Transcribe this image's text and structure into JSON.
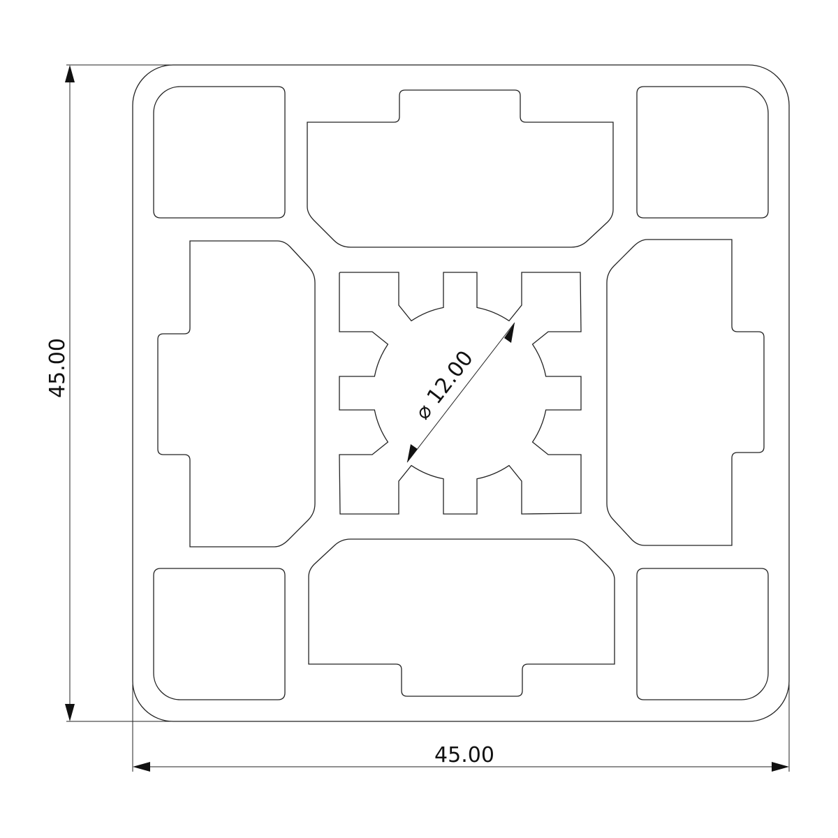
{
  "drawing": {
    "title": "Aluminium profile 45x45 cross-section",
    "dimensions": {
      "height": "45.00",
      "width": "45.00",
      "bore_symbol": "⌀",
      "bore_diameter": "12.00"
    },
    "colors": {
      "stroke": "#222222",
      "background": "#ffffff"
    }
  }
}
